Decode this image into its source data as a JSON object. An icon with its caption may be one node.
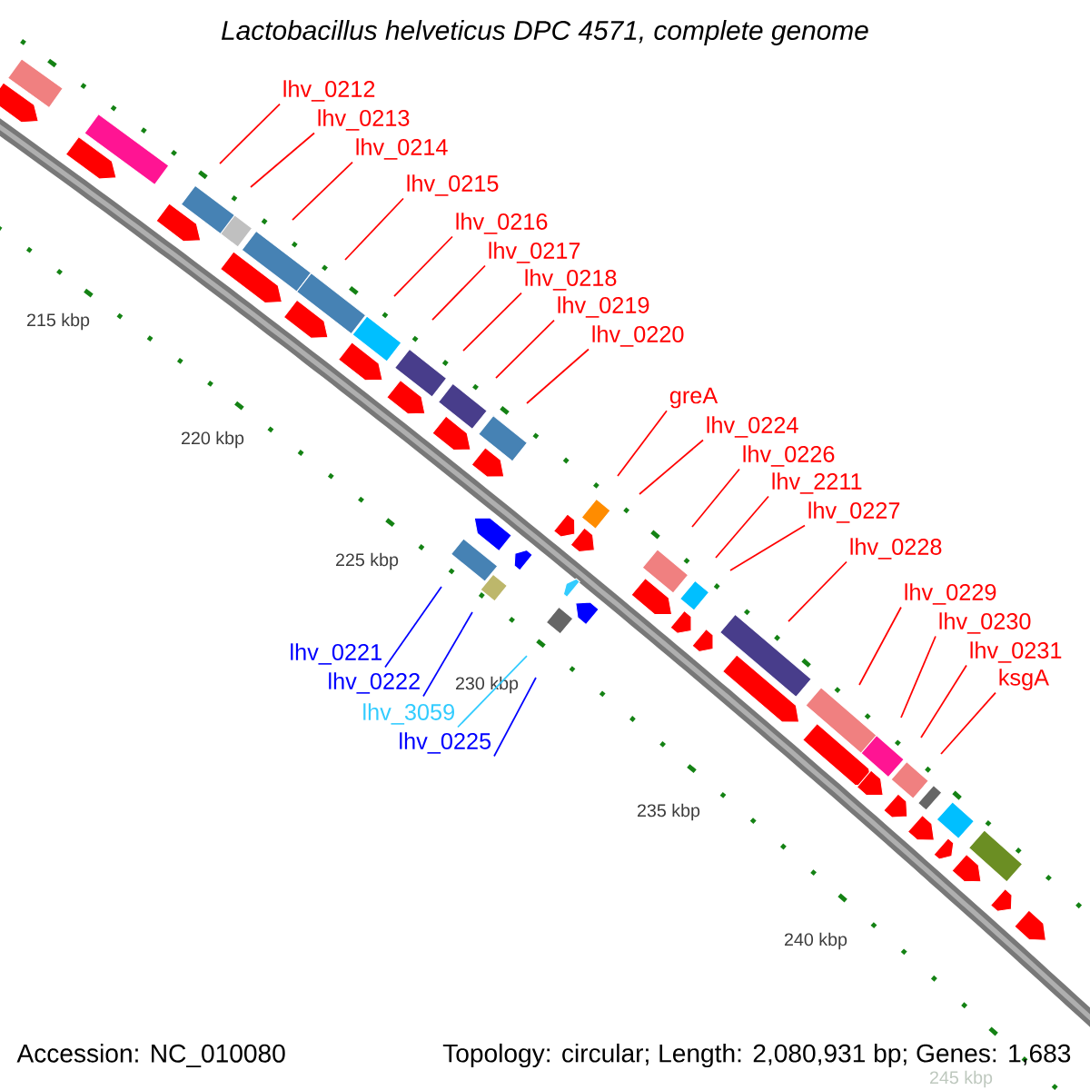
{
  "diagram": {
    "title": "Lactobacillus helveticus DPC 4571, complete genome",
    "nodes": [
      {
        "text": [
          "lhv_0212"
        ]
      },
      {
        "text": [
          "lhv_0213"
        ]
      },
      {
        "text": [
          "lhv_0214"
        ]
      },
      {
        "text": [
          "lhv_0215"
        ]
      },
      {
        "text": [
          "lhv_0216"
        ]
      },
      {
        "text": [
          "lhv_0217"
        ]
      },
      {
        "text": [
          "lhv_0218"
        ]
      },
      {
        "text": [
          "lhv_0219"
        ]
      },
      {
        "text": [
          "lhv_0220"
        ]
      },
      {
        "text": [
          "greA"
        ]
      },
      {
        "text": [
          "lhv_0224"
        ]
      },
      {
        "text": [
          "lhv_0226"
        ]
      },
      {
        "text": [
          "lhv_2211"
        ]
      },
      {
        "text": [
          "lhv_0227"
        ]
      },
      {
        "text": [
          "lhv_0228"
        ]
      },
      {
        "text": [
          "lhv_0229"
        ]
      },
      {
        "text": [
          "lhv_0230"
        ]
      },
      {
        "text": [
          "lhv_0231"
        ]
      },
      {
        "text": [
          "ksgA"
        ]
      },
      {
        "text": [
          "lhv_0221"
        ]
      },
      {
        "text": [
          "lhv_0222"
        ]
      },
      {
        "text": [
          "lhv_3059"
        ]
      },
      {
        "text": [
          "lhv_0225"
        ]
      }
    ],
    "edges": [
      {
        "from": 0,
        "to": null,
        "arrow": "none"
      },
      {
        "from": 1,
        "to": null,
        "arrow": "none"
      },
      {
        "from": 2,
        "to": null,
        "arrow": "none"
      },
      {
        "from": 3,
        "to": null,
        "arrow": "none"
      },
      {
        "from": 4,
        "to": null,
        "arrow": "none"
      },
      {
        "from": 5,
        "to": null,
        "arrow": "none"
      },
      {
        "from": 6,
        "to": null,
        "arrow": "none"
      },
      {
        "from": 7,
        "to": null,
        "arrow": "none"
      },
      {
        "from": 8,
        "to": null,
        "arrow": "none"
      },
      {
        "from": 9,
        "to": null,
        "arrow": "none"
      },
      {
        "from": 10,
        "to": null,
        "arrow": "none"
      },
      {
        "from": 11,
        "to": null,
        "arrow": "none"
      },
      {
        "from": 12,
        "to": null,
        "arrow": "none"
      },
      {
        "from": 13,
        "to": null,
        "arrow": "none"
      },
      {
        "from": 14,
        "to": null,
        "arrow": "none"
      },
      {
        "from": 15,
        "to": null,
        "arrow": "none"
      },
      {
        "from": 16,
        "to": null,
        "arrow": "none"
      },
      {
        "from": 17,
        "to": null,
        "arrow": "none"
      },
      {
        "from": 18,
        "to": null,
        "arrow": "none"
      },
      {
        "from": 19,
        "to": null,
        "arrow": "none",
        "color": "#0000ff"
      },
      {
        "from": 20,
        "to": null,
        "arrow": "none",
        "color": "#0000ff"
      },
      {
        "from": 21,
        "to": null,
        "arrow": "none",
        "color": "#33ccff"
      },
      {
        "from": 22,
        "to": null,
        "arrow": "none",
        "color": "#0000ff"
      }
    ],
    "labels": [
      "215 kbp",
      "220 kbp",
      "225 kbp",
      "230 kbp",
      "235 kbp",
      "240 kbp",
      "245 kbp",
      "Accession: NC_010080",
      "Topology: circular; Length: 2,080,931 bp; Genes: 1,683"
    ]
  }
}
